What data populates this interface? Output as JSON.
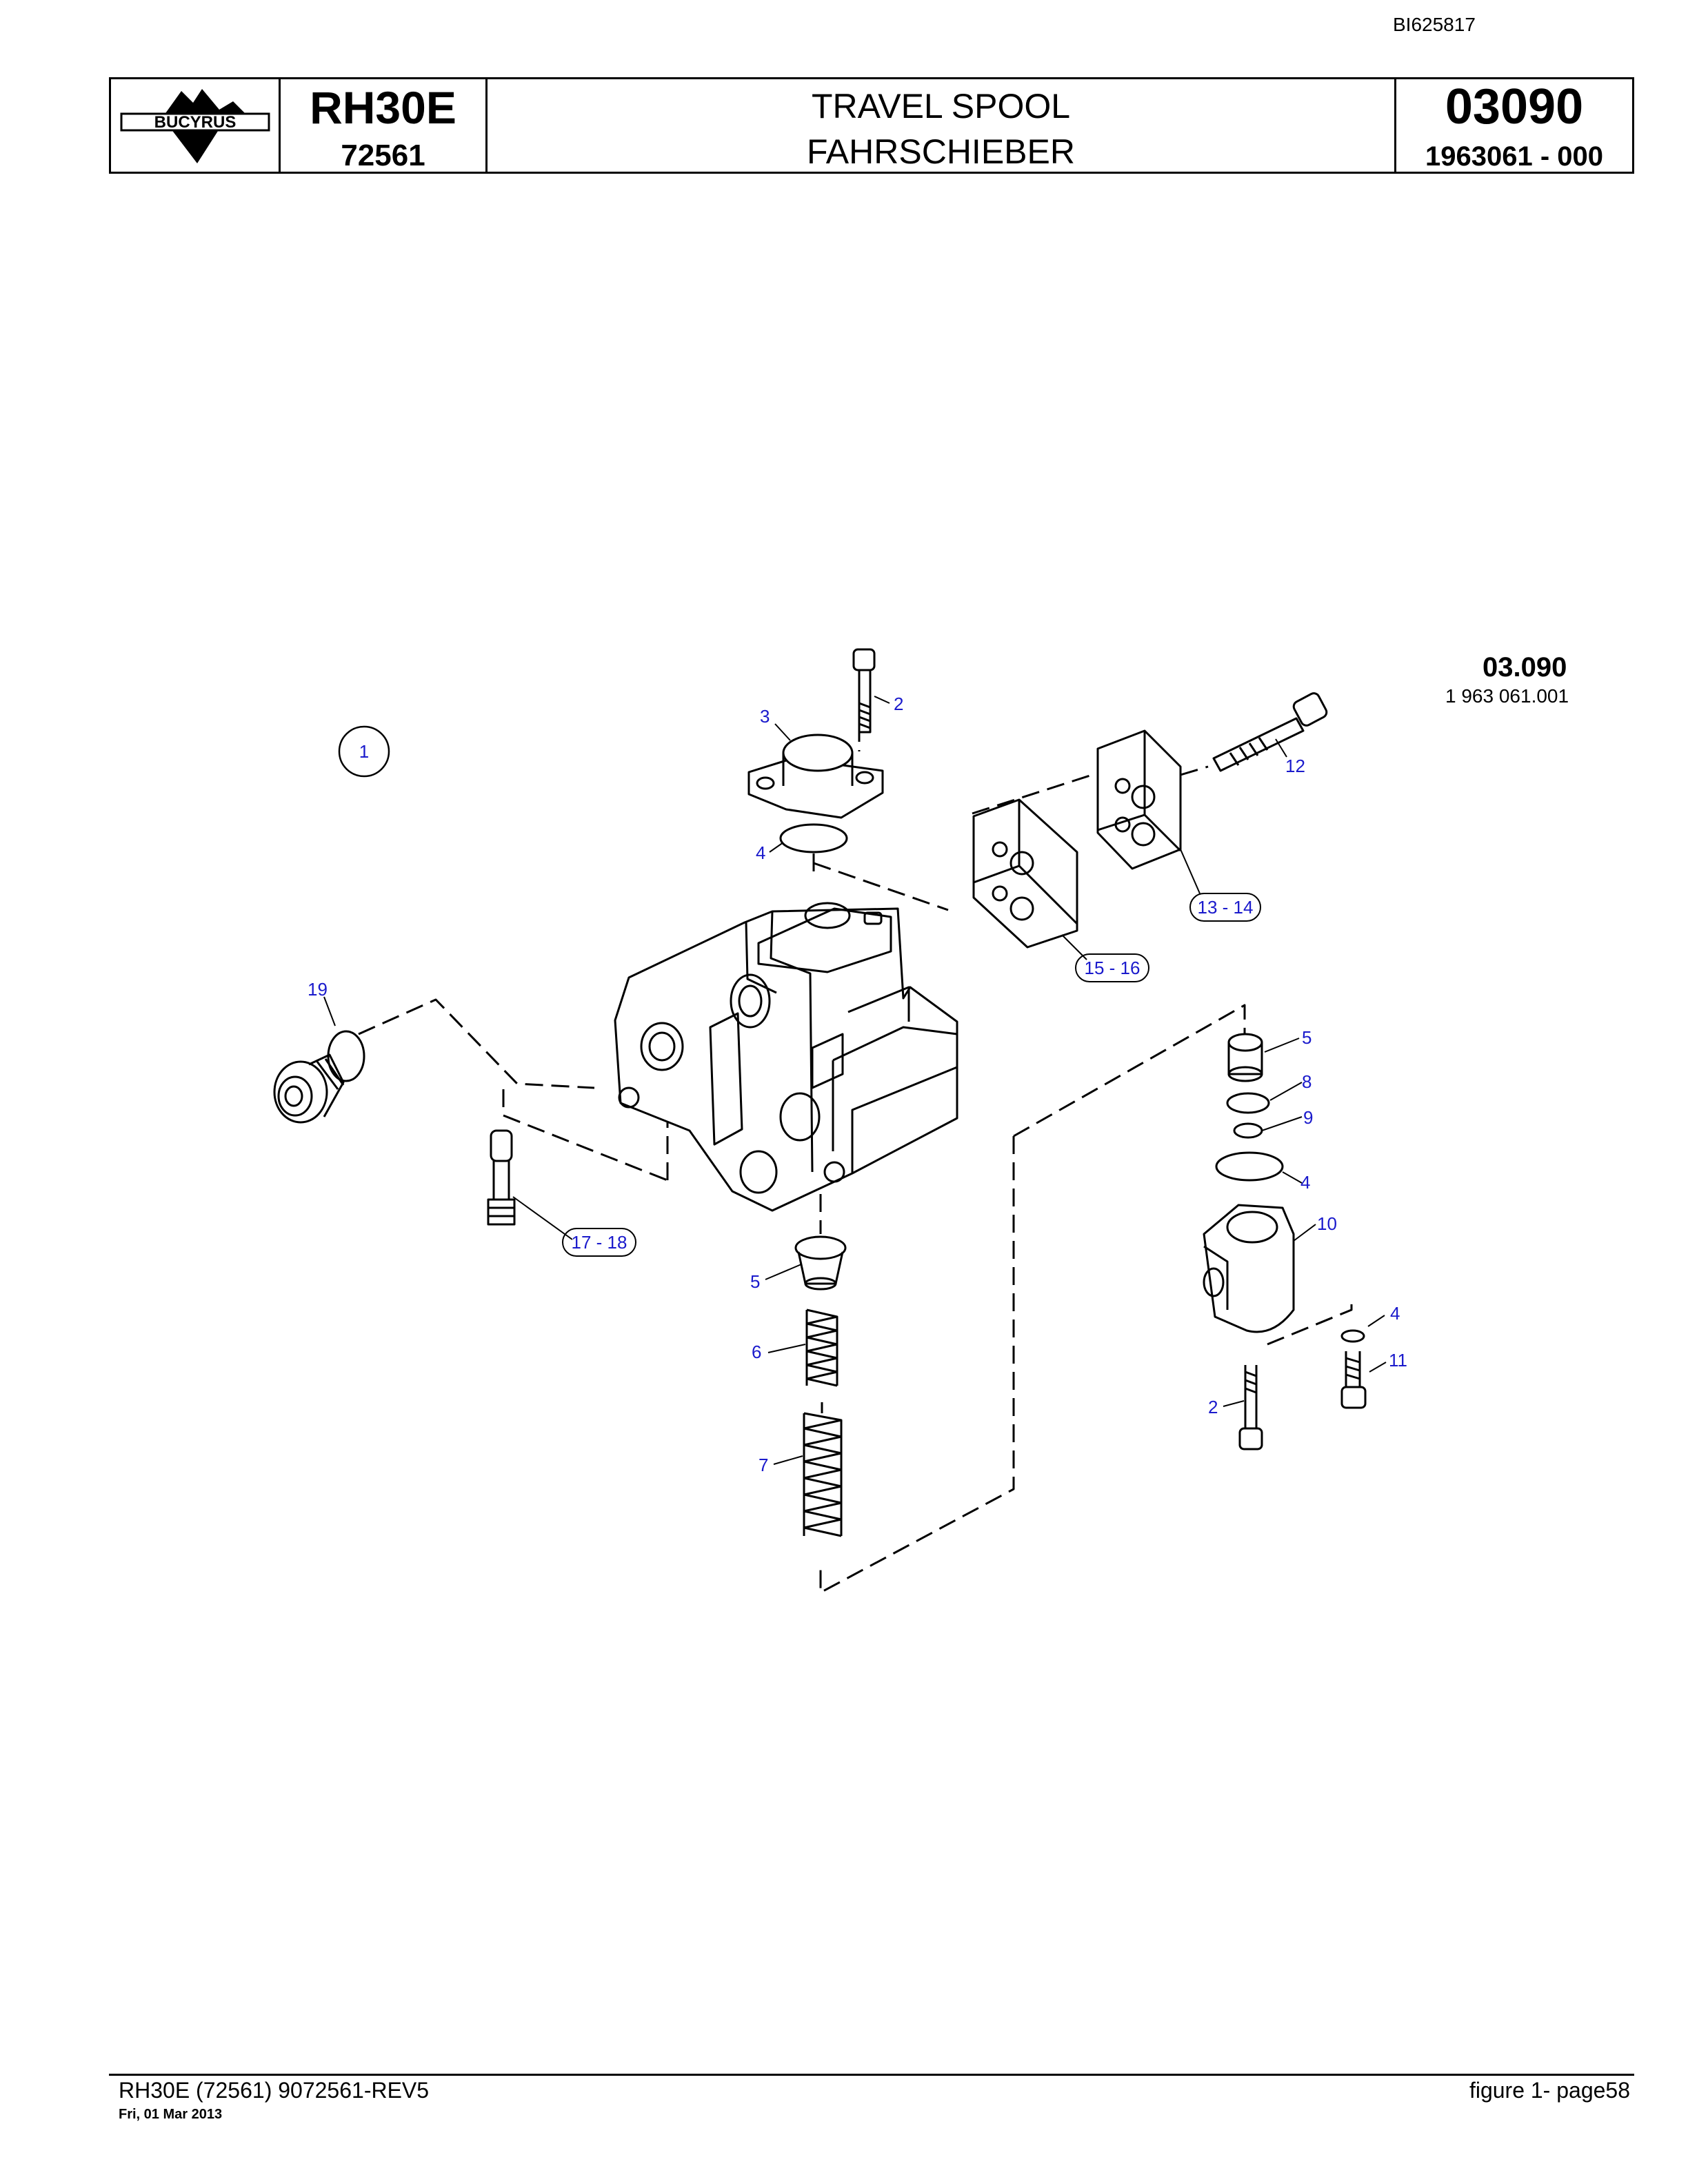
{
  "doc_id": "BI625817",
  "header": {
    "logo_text": "BUCYRUS",
    "model": "RH30E",
    "serial": "72561",
    "title_en": "TRAVEL SPOOL",
    "title_de": "FAHRSCHIEBER",
    "group_code": "03090",
    "part_number": "1963061  - 000"
  },
  "figure": {
    "number": "03.090",
    "subnumber": "1 963 061.001",
    "callouts": {
      "c1": "1",
      "c2a": "2",
      "c2b": "2",
      "c3": "3",
      "c4a": "4",
      "c4b": "4",
      "c4c": "4",
      "c5a": "5",
      "c5b": "5",
      "c6": "6",
      "c7": "7",
      "c8": "8",
      "c9": "9",
      "c10": "10",
      "c11": "11",
      "c12": "12",
      "c13_14": "13 - 14",
      "c15_16": "15 - 16",
      "c17_18": "17 - 18",
      "c19": "19"
    },
    "callout_color": "#1a1acc"
  },
  "footer": {
    "left": "RH30E (72561) 9072561-REV5",
    "date": "Fri, 01 Mar 2013",
    "right": "figure  1- page58"
  }
}
